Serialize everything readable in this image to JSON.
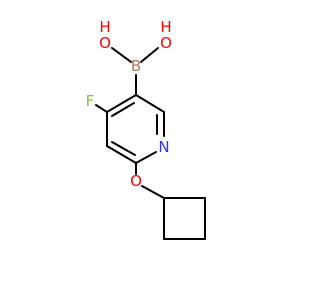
{
  "molecule": {
    "atoms": {
      "oh_left": {
        "label": "OH",
        "line1": "H",
        "line2": "O",
        "color": "#ff0000"
      },
      "oh_right": {
        "label": "OH",
        "line1": "H",
        "line2": "O",
        "color": "#ff0000"
      },
      "boron": {
        "label": "B",
        "color": "#b5735a"
      },
      "fluorine": {
        "label": "F",
        "color": "#88c23c"
      },
      "nitrogen": {
        "label": "N",
        "color": "#3333ff"
      },
      "oxygen": {
        "label": "O",
        "color": "#ff0000"
      }
    },
    "bond_color": "#000000"
  }
}
